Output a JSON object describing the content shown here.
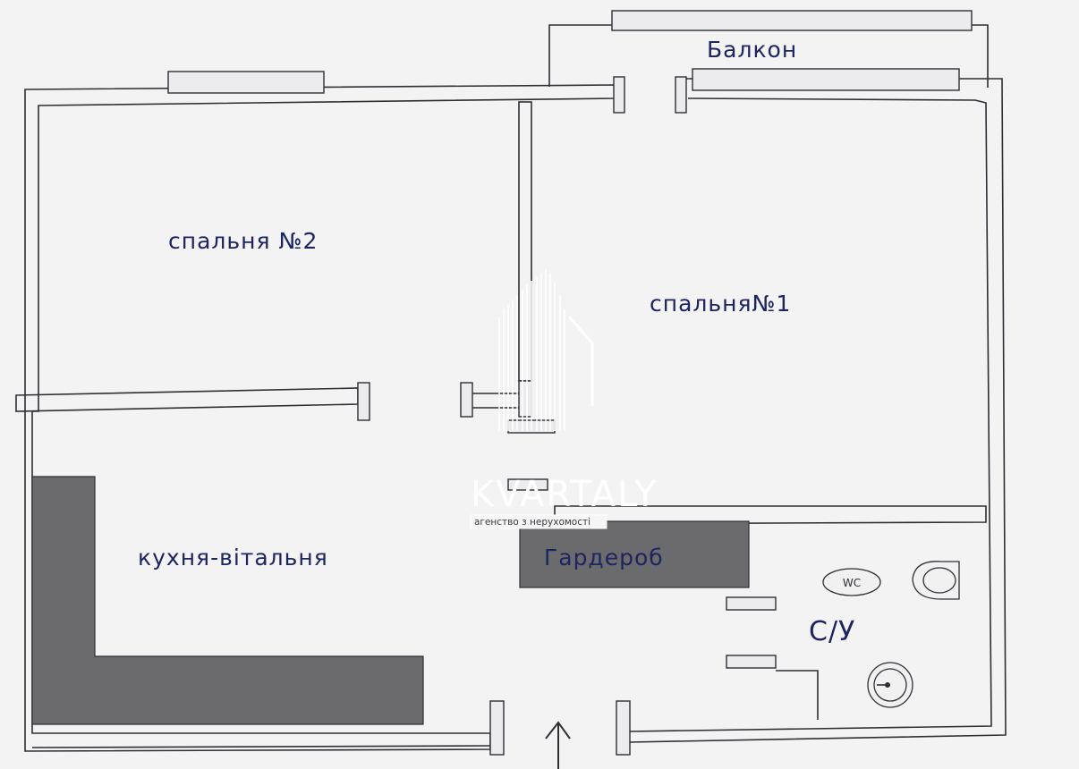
{
  "rooms": {
    "balcony": "Балкон",
    "bedroom_2": "спальня №2",
    "bedroom_1": "спальня№1",
    "kitchen_living": "кухня-вітальня",
    "wardrobe": "Гардероб",
    "bathroom": "С/У"
  },
  "fixtures": {
    "wc": "WC"
  },
  "watermark": {
    "brand": "KVARTALY",
    "tagline": "агенство з нерухомості"
  },
  "icons": {
    "entrance": "arrow-up-icon"
  }
}
